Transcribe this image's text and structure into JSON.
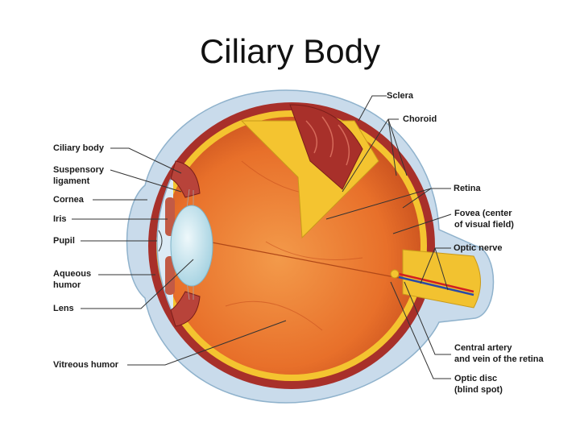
{
  "title": "Ciliary Body",
  "labels": {
    "sclera": "Sclera",
    "choroid": "Choroid",
    "retina": "Retina",
    "fovea": [
      "Fovea (center",
      "of visual field)"
    ],
    "optic_nerve": "Optic nerve",
    "central_artery": [
      "Central artery",
      "and vein of the retina"
    ],
    "optic_disc": [
      "Optic disc",
      "(blind spot)"
    ],
    "ciliary_body": "Ciliary body",
    "suspensory_ligament": [
      "Suspensory",
      "ligament"
    ],
    "cornea": "Cornea",
    "iris": "Iris",
    "pupil": "Pupil",
    "aqueous_humor": [
      "Aqueous",
      "humor"
    ],
    "lens": "Lens",
    "vitreous_humor": "Vitreous humor"
  },
  "colors": {
    "sclera": "#c9dbeb",
    "choroid": "#a8302a",
    "retina": "#f4c430",
    "vitreous": "#e8702a",
    "lens": "#bfe3ee",
    "optic_nerve": "#f2c230"
  }
}
